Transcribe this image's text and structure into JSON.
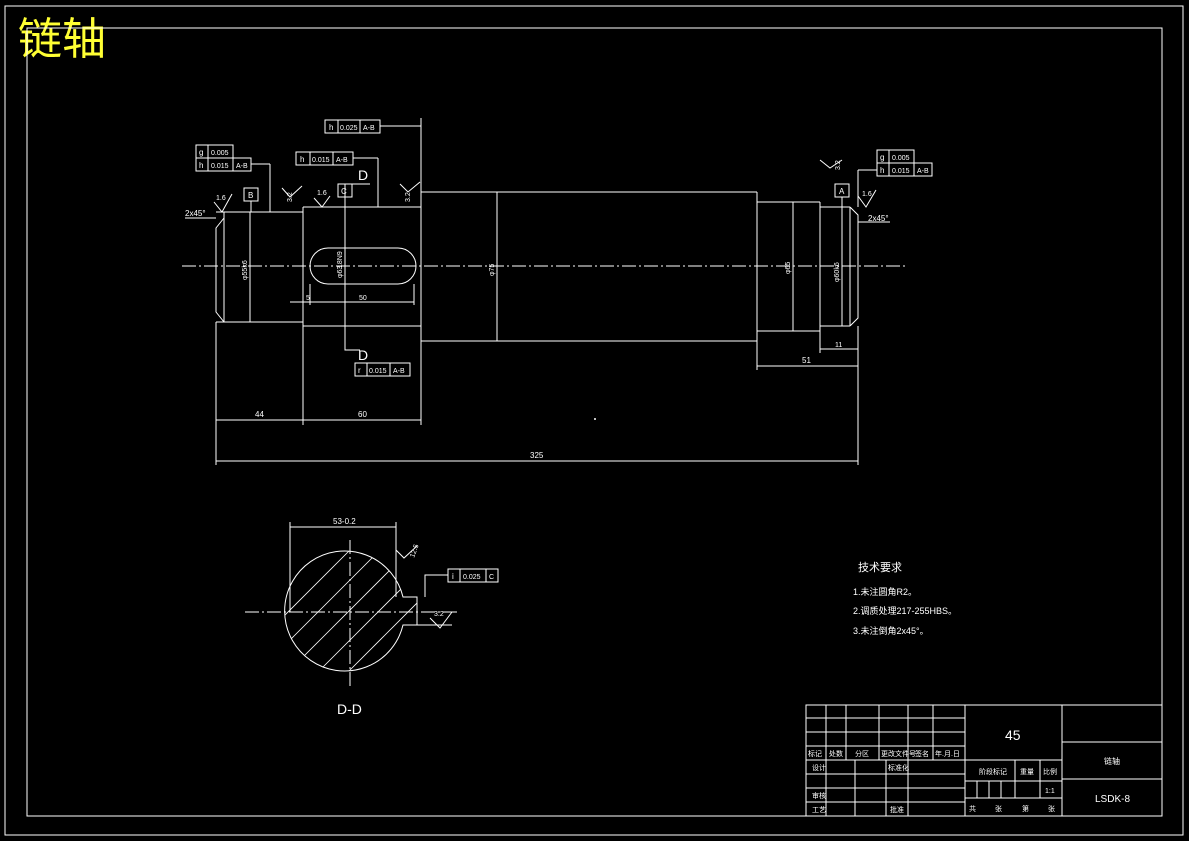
{
  "title": "链轴",
  "tolerances": {
    "top_center": [
      "h",
      "0.025",
      "A-B"
    ],
    "left_g": [
      "g",
      "0.005"
    ],
    "left_h": [
      "h",
      "0.015",
      "A-B"
    ],
    "key_h": [
      "h",
      "0.015",
      "A-B"
    ],
    "bottom_r": [
      "r",
      "0.015",
      "A-B"
    ],
    "right_g": [
      "g",
      "0.005"
    ],
    "right_h": [
      "h",
      "0.015",
      "A-B"
    ],
    "section_i": [
      "i",
      "0.025",
      "C"
    ]
  },
  "datums": {
    "b": "B",
    "c": "C",
    "a": "A"
  },
  "roughness": {
    "r1": "1.6",
    "r2": "3.2",
    "r3": "1.6",
    "r4": "3.2",
    "r5": "3.2",
    "r6": "1.6",
    "r7": "12.5",
    "r8": "3.2"
  },
  "chamfer_left": "2x45°",
  "chamfer_right": "2x45°",
  "section_marks": {
    "top": "D",
    "bottom": "D"
  },
  "dimensions": {
    "d44": "44",
    "d60": "60",
    "d325": "325",
    "d51": "51",
    "d5": "5",
    "d50": "50",
    "d11": "11",
    "dia_left": "φ55k6",
    "dia_key": "φ63",
    "dia_mid": "φ75",
    "dia_r1": "φ65",
    "dia_r2": "φ60k6",
    "keyway": "53-0.2",
    "key_width": "18N9"
  },
  "section_label": "D-D",
  "tech_req": {
    "heading": "技术要求",
    "items": [
      "1.未注圆角R2。",
      "2.调质处理217-255HBS。",
      "3.未注倒角2x45°。"
    ]
  },
  "title_block": {
    "material": "45",
    "part_name": "链轴",
    "drawing_no": "LSDK-8",
    "hdr_row": [
      "标记",
      "处数",
      "分区",
      "更改文件号",
      "签名",
      "年.月.日"
    ],
    "labels": [
      "设计",
      "标准化",
      "审核",
      "工艺",
      "批准",
      "阶段标记",
      "重量",
      "比例"
    ],
    "scale": "1:1",
    "sheet": [
      "共",
      "张",
      "第",
      "张"
    ]
  }
}
